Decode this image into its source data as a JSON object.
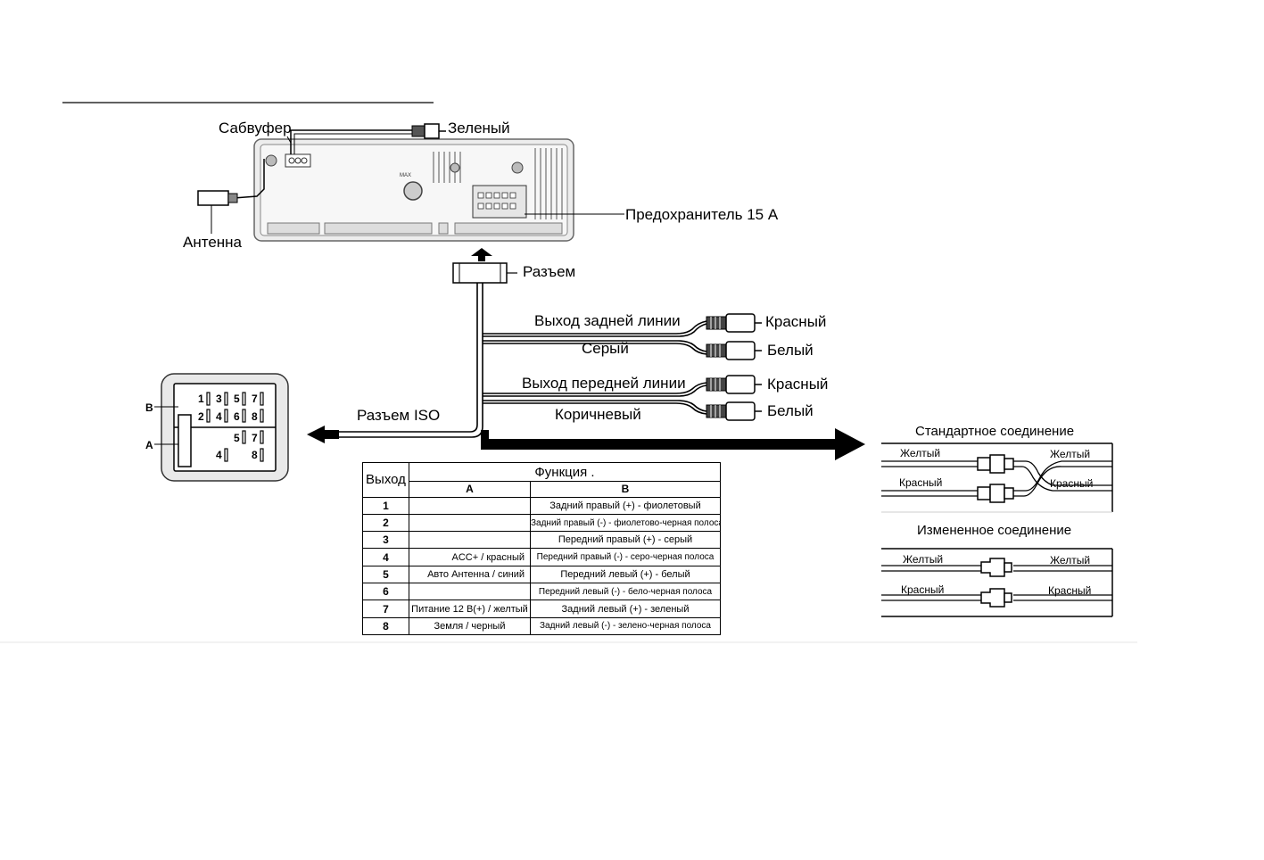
{
  "head_unit": {
    "subwoofer_label": "Сабвуфер",
    "green_label": "Зеленый",
    "antenna_label": "Антенна",
    "fuse_label": "Предохранитель 15 A",
    "connector_label": "Разъем"
  },
  "rca_outputs": {
    "rear_line_label": "Выход задней линии",
    "rear_cable_color": "Серый",
    "rear_red": "Красный",
    "rear_white": "Белый",
    "front_line_label": "Выход передней линии",
    "front_cable_color": "Коричневый",
    "front_red": "Красный",
    "front_white": "Белый"
  },
  "iso": {
    "label": "Разъем ISO",
    "block_b": "B",
    "block_a": "A",
    "pins_b_top": [
      "1",
      "3",
      "5",
      "7"
    ],
    "pins_b_bottom": [
      "2",
      "4",
      "6",
      "8"
    ],
    "pins_a_top": [
      "5",
      "7"
    ],
    "pins_a_bottom": [
      "4",
      "8"
    ]
  },
  "function_table": {
    "header_output": "Выход",
    "header_function": "Функция .",
    "col_a": "A",
    "col_b": "B",
    "rows": [
      {
        "num": "1",
        "a": "",
        "b": "Задний правый (+) - фиолетовый"
      },
      {
        "num": "2",
        "a": "",
        "b": "Задний правый (-) - фиолетово-черная полоса"
      },
      {
        "num": "3",
        "a": "",
        "b": "Передний правый (+) - серый"
      },
      {
        "num": "4",
        "a": "ACC+ / красный",
        "b": "Передний правый (-) - серо-черная полоса"
      },
      {
        "num": "5",
        "a": "Авто Антенна / синий",
        "b": "Передний левый (+) - белый"
      },
      {
        "num": "6",
        "a": "",
        "b": "Передний левый (-) - бело-черная полоса"
      },
      {
        "num": "7",
        "a": "Питание 12 В(+) / желтый",
        "b": "Задний левый (+) - зеленый"
      },
      {
        "num": "8",
        "a": "Земля / черный",
        "b": "Задний левый (-) - зелено-черная полоса"
      }
    ]
  },
  "standard_connection": {
    "title": "Стандартное соединение",
    "yellow_left": "Желтый",
    "yellow_right": "Желтый",
    "red_left": "Красный",
    "red_right": "Красный"
  },
  "modified_connection": {
    "title": "Измененное соединение",
    "yellow_left": "Желтый",
    "yellow_right": "Желтый",
    "red_left": "Красный",
    "red_right": "Красный"
  },
  "colors": {
    "line": "#000000",
    "unit_fill": "#f4f4f4",
    "unit_border": "#777777"
  }
}
